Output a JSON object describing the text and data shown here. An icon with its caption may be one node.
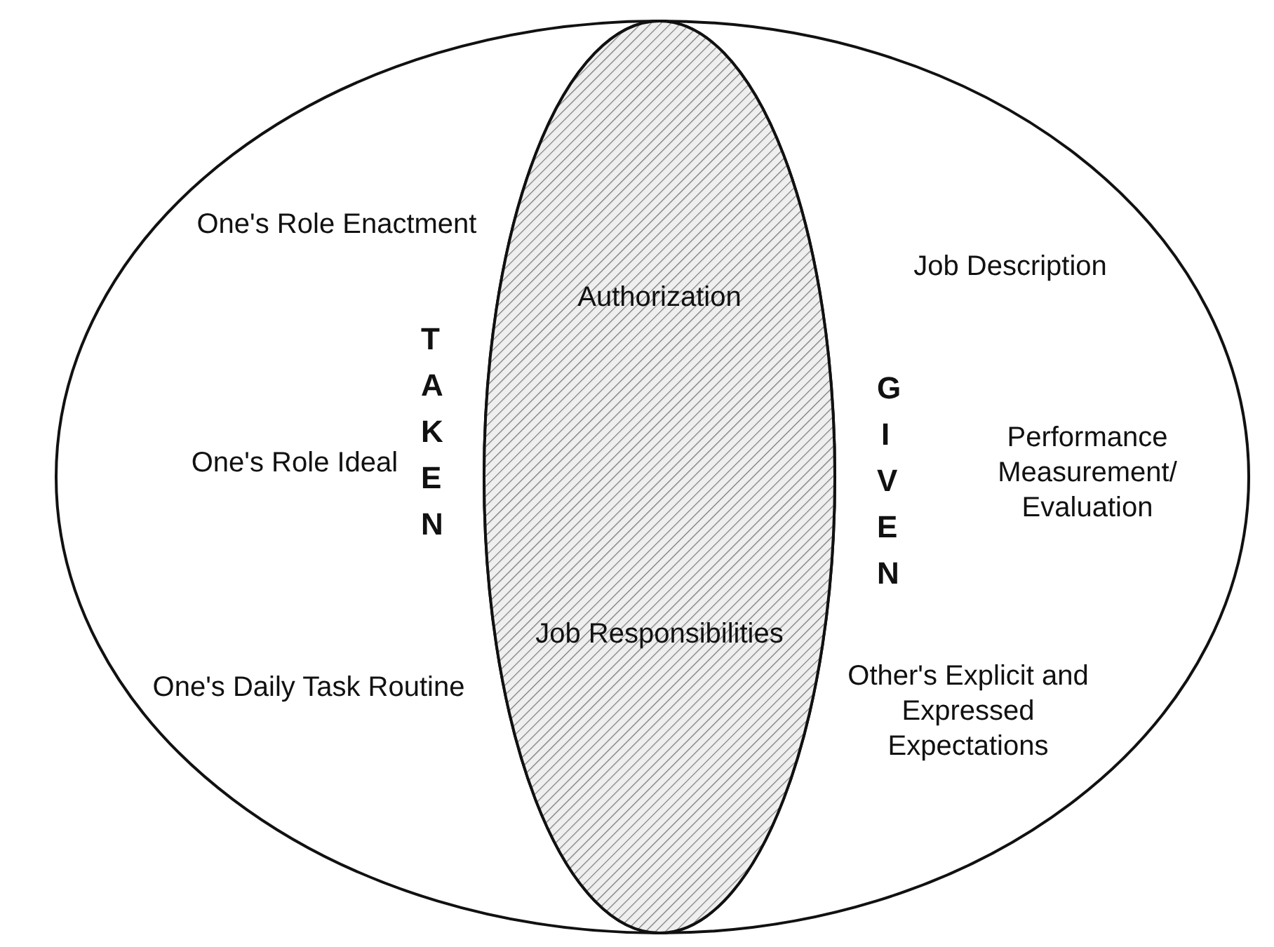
{
  "diagram": {
    "nodes": [
      {
        "text": [
          "One's Role Enactment",
          "TAKEN",
          "One's Role Ideal",
          "One's Daily Task Routine"
        ]
      },
      {
        "text": [
          "Job Description",
          "GIVEN",
          "Performance Measurement/ Evaluation",
          "Other's Explicit and Expressed Expectations"
        ]
      },
      {
        "text": [
          "Authorization",
          "Job Responsibilities"
        ]
      }
    ]
  }
}
